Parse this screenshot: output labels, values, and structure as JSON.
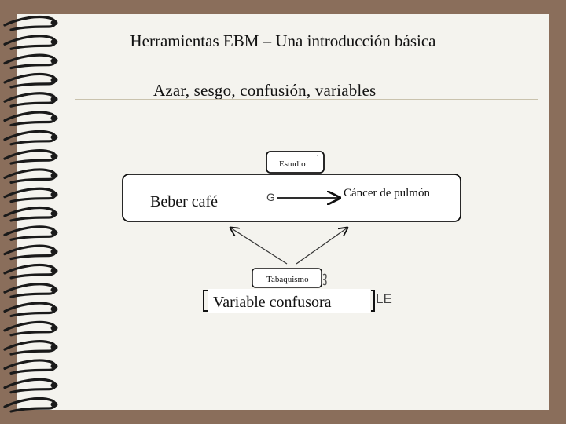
{
  "slide": {
    "title": "Herramientas EBM – Una introducción básica",
    "subtitle": "Azar, sesgo, confusión, variables"
  },
  "diagram": {
    "study_label": "Estudio",
    "exposure": "Beber café",
    "outcome": "Cáncer de pulmón",
    "confounder_label": "Tabaquismo",
    "confounder_caption": "Variable confusora",
    "residual_letters": [
      "G",
      "LE"
    ]
  },
  "colors": {
    "background_frame": "#8a6e5b",
    "slide": "#f4f3ee",
    "binding_rings": "#1a1a1a",
    "arrow": "#111111"
  }
}
